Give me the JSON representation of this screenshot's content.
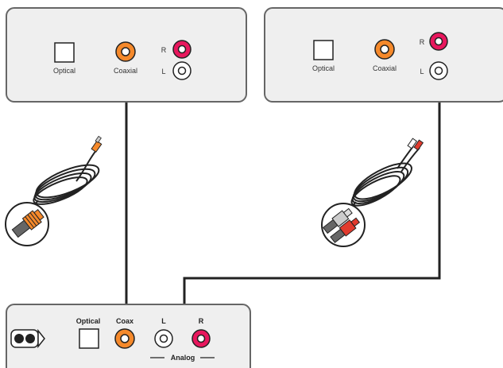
{
  "colors": {
    "panel_fill": "#efefef",
    "panel_stroke": "#666666",
    "coaxial_orange": "#f5892b",
    "right_red": "#e8175d",
    "cable": "#222222"
  },
  "icons": [
    "optical-port-icon",
    "coaxial-jack-icon",
    "rca-jack-icon",
    "coaxial-cable-icon",
    "rca-stereo-cable-icon",
    "speaker-output-icon"
  ],
  "top_left_device": {
    "optical_label": "Optical",
    "coaxial_label": "Coaxial",
    "right_label": "R",
    "left_label": "L"
  },
  "top_right_device": {
    "optical_label": "Optical",
    "coaxial_label": "Coaxial",
    "right_label": "R",
    "left_label": "L"
  },
  "bottom_device": {
    "optical_label": "Optical",
    "coax_label": "Coax",
    "left_label": "L",
    "right_label": "R",
    "analog_label": "Analog"
  }
}
